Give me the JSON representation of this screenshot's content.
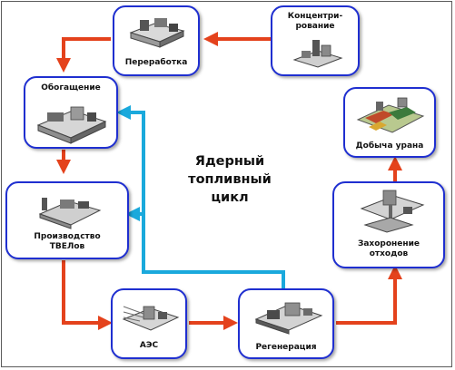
{
  "title": "Ядерный\nтопливный\nцикл",
  "nodes": {
    "pererabotka": "Переработка",
    "koncentrirovanie": "Концентри-\nрование",
    "obogashchenie": "Обогащение",
    "dobycha": "Добыча урана",
    "proizvodstvo": "Производство\nТВЕЛов",
    "zahoronenie": "Захоронение\nотходов",
    "aes": "АЭС",
    "regeneraciya": "Регенерация"
  },
  "colors": {
    "node_border": "#1f2fd0",
    "main_arrow": "#e4421c",
    "recycle_arrow": "#1aa9dc"
  }
}
